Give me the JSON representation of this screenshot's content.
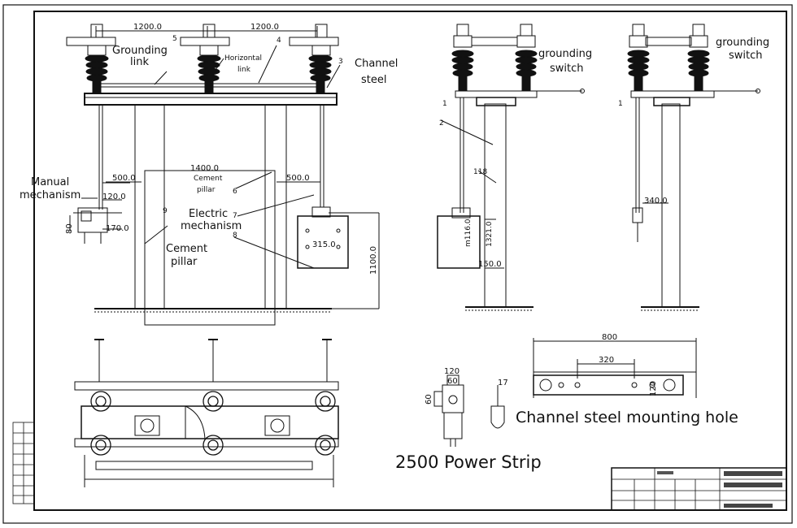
{
  "dimensions": {
    "span_left": "1200.0",
    "span_right": "1200.0",
    "pillar_spacing": "1400.0",
    "offset_left": "500.0",
    "offset_right": "500.0",
    "manual_h1": "120.0",
    "manual_h2": "170.0",
    "manual_w": "80",
    "box_width": "315.0",
    "total_height": "1100.0",
    "side_118": "118",
    "side_1160": "m116.0",
    "side_1321": "1321.0",
    "side_150": "150.0",
    "side_340": "340.0",
    "hole_800": "800",
    "hole_320": "320",
    "hole_120": "120",
    "strip_120": "120",
    "strip_60a": "60",
    "strip_60b": "60",
    "strip_17": "17"
  },
  "labels": {
    "grounding_link": [
      "Grounding",
      "link"
    ],
    "horizontal_link": [
      "Horizontal",
      "link"
    ],
    "channel_steel": [
      "Channel",
      "steel"
    ],
    "manual_mechanism": [
      "Manual",
      "mechanism"
    ],
    "cement_pillar_top": [
      "Cement",
      "pillar"
    ],
    "electric_mechanism": [
      "Electric",
      "mechanism"
    ],
    "cement_pillar_bottom": [
      "Cement",
      "pillar"
    ],
    "grounding_switch_1": [
      "grounding",
      "switch"
    ],
    "grounding_switch_2": [
      "grounding",
      "switch"
    ],
    "channel_steel_hole": "Channel steel mounting hole",
    "power_strip": "2500 Power Strip"
  },
  "callouts": {
    "n1": "1",
    "n2": "2",
    "n3": "3",
    "n4": "4",
    "n5": "5",
    "n6": "6",
    "n7": "7",
    "n8": "8",
    "n9": "9"
  },
  "colors": {
    "line": "#111111",
    "paper": "#ffffff"
  }
}
